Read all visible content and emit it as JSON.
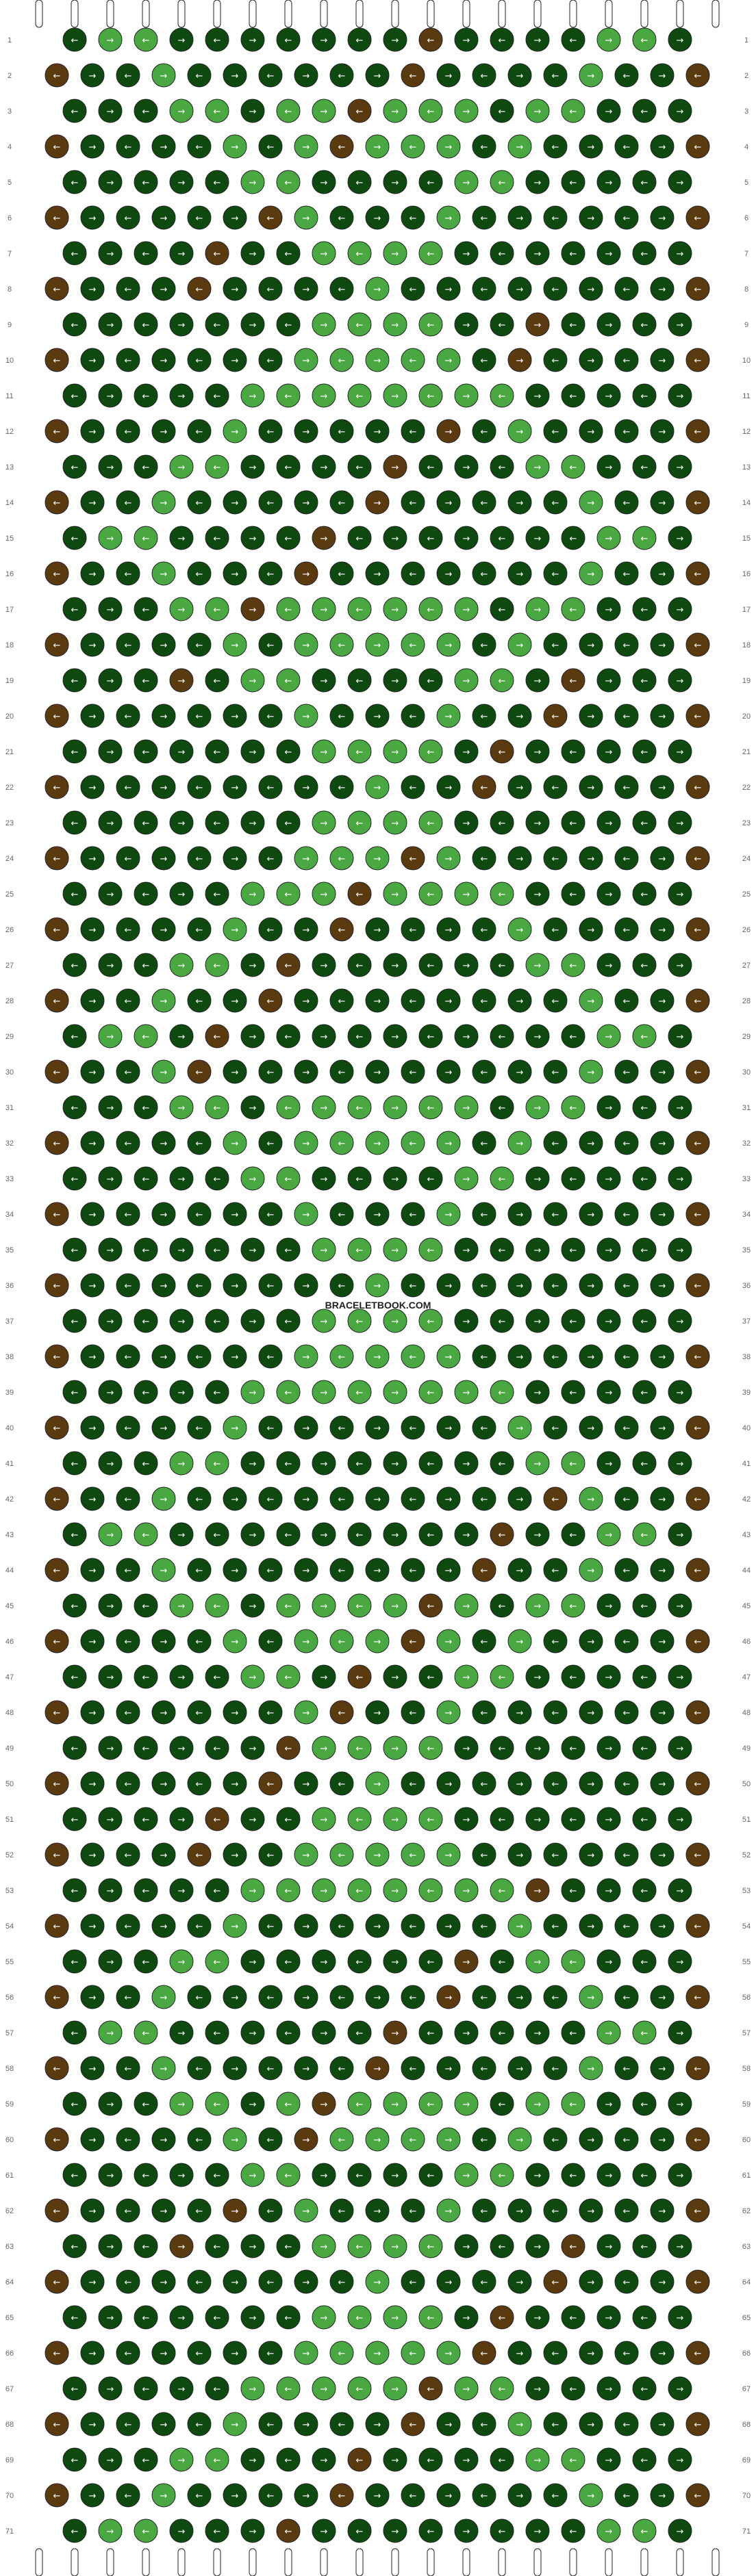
{
  "watermark": "BRACELETBOOK.COM",
  "pattern": {
    "strings": 20,
    "rows": 71,
    "row_labels": [
      "1",
      "2",
      "3",
      "4",
      "5",
      "6",
      "7",
      "8",
      "9",
      "10",
      "11",
      "12",
      "13",
      "14",
      "15",
      "16",
      "17",
      "18",
      "19",
      "20",
      "21",
      "22",
      "23",
      "24",
      "25",
      "26",
      "27",
      "28",
      "29",
      "30",
      "31",
      "32",
      "33",
      "34",
      "35",
      "36",
      "37",
      "38",
      "39",
      "40",
      "41",
      "42",
      "43",
      "44",
      "45",
      "46",
      "47",
      "48",
      "49",
      "50",
      "51",
      "52",
      "53",
      "54",
      "55",
      "56",
      "57",
      "58",
      "59",
      "60",
      "61",
      "62",
      "63",
      "64",
      "65",
      "66",
      "67",
      "68",
      "69",
      "70",
      "71"
    ],
    "colors": {
      "brown": "#5c3a10",
      "dark_green": "#0e4a10",
      "light_green": "#4aa843",
      "string_white": "#ffffff",
      "outline": "#222222"
    },
    "legend": "Arrow direction shows knot direction; colors: brown, dark green, light green"
  }
}
